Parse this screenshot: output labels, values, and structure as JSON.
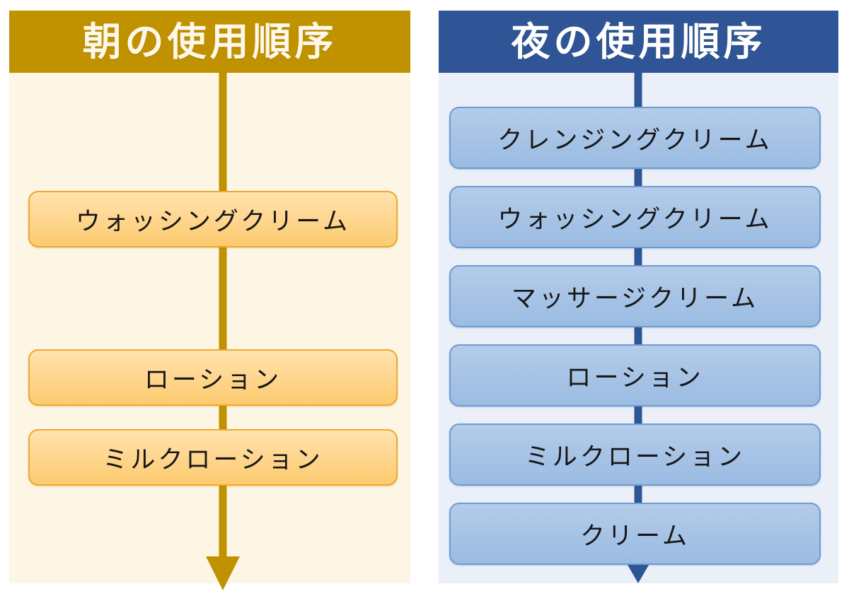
{
  "panels": [
    {
      "id": "morning",
      "header_title": "朝の使用順序",
      "header_bg": "#c19200",
      "header_text_color": "#fff8e8",
      "panel_bg": "#fdf6e4",
      "box_fill": "#ffd793",
      "box_border": "#f0a733",
      "connector_color": "#c19200",
      "arrow_icon": "down-arrow-icon",
      "steps": [
        {
          "label": "ウォッシングクリーム"
        },
        {
          "label": "ローション"
        },
        {
          "label": "ミルクローション"
        }
      ]
    },
    {
      "id": "night",
      "header_title": "夜の使用順序",
      "header_bg": "#2f5597",
      "header_text_color": "#ffffff",
      "panel_bg": "#eaeff8",
      "box_fill": "#a8c4e6",
      "box_border": "#6d9bd1",
      "connector_color": "#2f5597",
      "arrow_icon": "down-arrow-icon",
      "steps": [
        {
          "label": "クレンジングクリーム"
        },
        {
          "label": "ウォッシングクリーム"
        },
        {
          "label": "マッサージクリーム"
        },
        {
          "label": "ローション"
        },
        {
          "label": "ミルクローション"
        },
        {
          "label": "クリーム"
        }
      ]
    }
  ]
}
